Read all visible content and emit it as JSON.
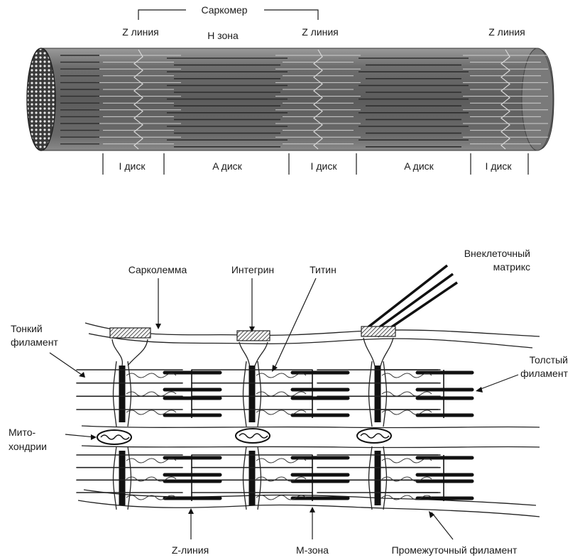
{
  "top": {
    "sarcomere": "Саркомер",
    "z_line_1": "Z линия",
    "h_zone": "H зона",
    "z_line_2": "Z линия",
    "z_line_3": "Z линия",
    "bands": [
      "I диск",
      "A диск",
      "I диск",
      "A диск",
      "I диск"
    ]
  },
  "bottom": {
    "sarcolemma": "Сарколемма",
    "integrin": "Интегрин",
    "titin": "Титин",
    "ecm": [
      "Внеклеточный",
      "матрикс"
    ],
    "thin_filament": [
      "Тонкий",
      "филамент"
    ],
    "thick_filament": [
      "Толстый",
      "филамент"
    ],
    "mitochondria": [
      "Мито-",
      "хондрии"
    ],
    "z_line": "Z-линия",
    "m_zone": "M-зона",
    "intermediate_filament": "Промежуточный филамент"
  },
  "colors": {
    "ink": "#1a1a1a",
    "fiber_dark": "#5a5a5a",
    "fiber_light": "#8f8f8f",
    "background": "#ffffff"
  }
}
